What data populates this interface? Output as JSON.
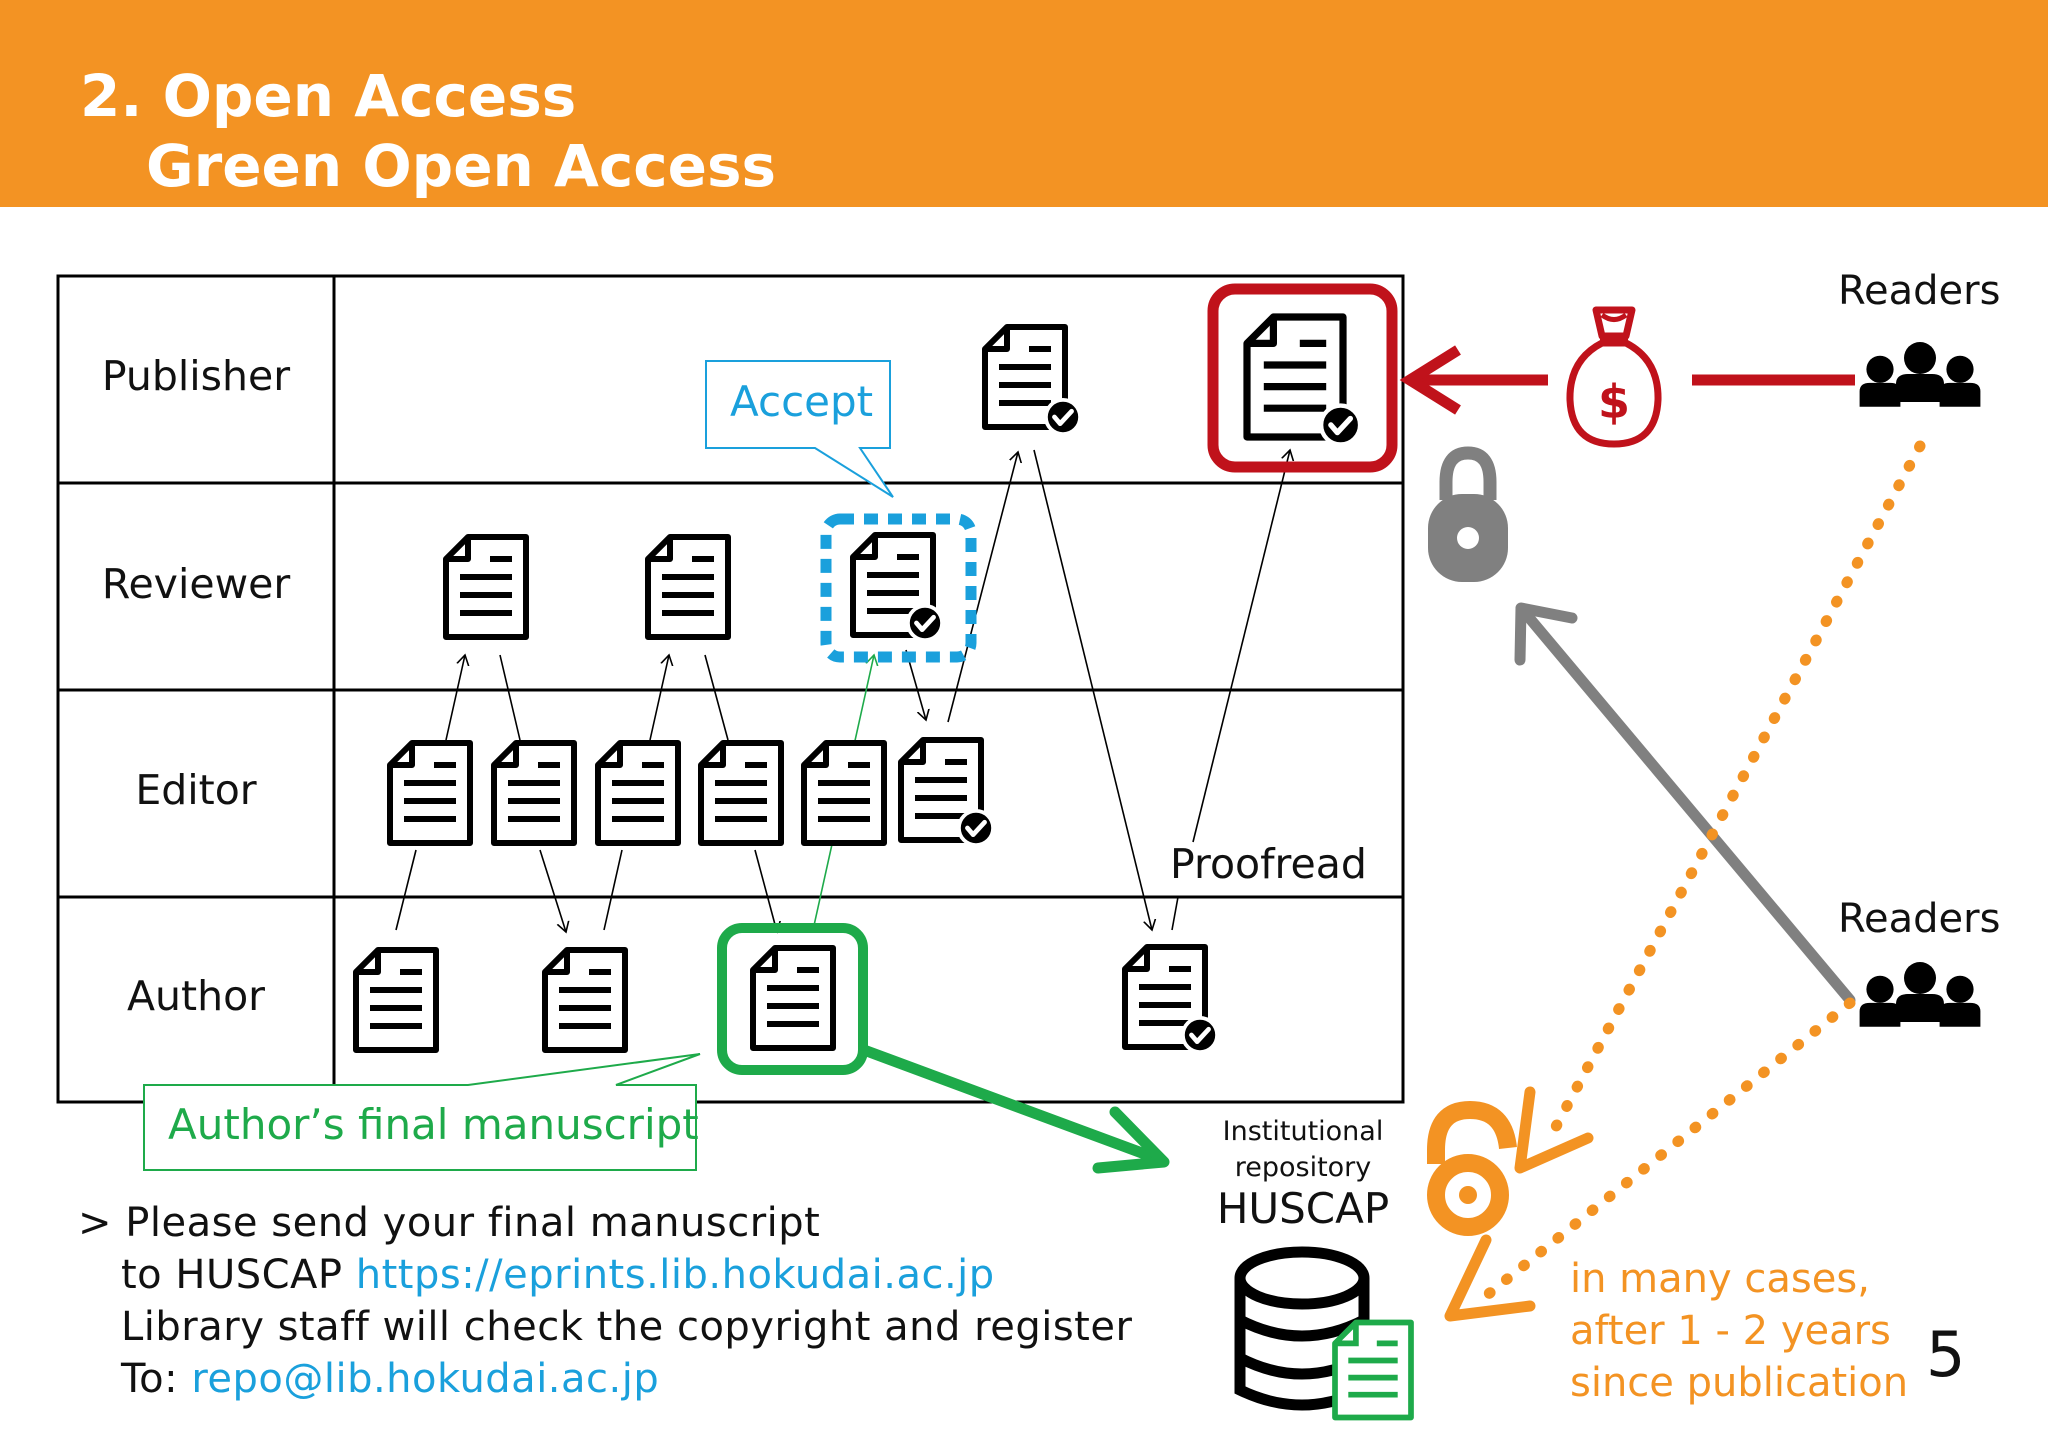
{
  "header": {
    "title_line1": "2. Open Access",
    "title_line2": "Green Open Access",
    "background": "#f39323"
  },
  "lanes": [
    "Publisher",
    "Reviewer",
    "Editor",
    "Author"
  ],
  "callouts": {
    "accept": "Accept",
    "author_final": "Author’s final manuscript",
    "proofread": "Proofread"
  },
  "readers": {
    "top": "Readers",
    "bottom": "Readers"
  },
  "repository": {
    "line1": "Institutional",
    "line2": "repository",
    "name": "HUSCAP"
  },
  "embargo": {
    "line1": "in many cases,",
    "line2": "after 1 - 2 years",
    "line3": "since publication"
  },
  "instructions": {
    "prefix": ">",
    "line1": "Please send your final manuscript",
    "line2_text": "to HUSCAP ",
    "line2_link": "https://eprints.lib.hokudai.ac.jp",
    "line3": "Library staff will check the copyright and register",
    "line4_text": "To: ",
    "line4_link": "repo@lib.hokudai.ac.jp"
  },
  "page_number": "5",
  "icons": [
    "document-icon",
    "document-checked-icon",
    "money-bag-icon",
    "readers-group-icon",
    "lock-icon",
    "open-access-icon",
    "database-icon"
  ],
  "colors": {
    "orange": "#f39323",
    "red": "#c0121b",
    "green": "#1eaa4a",
    "blue": "#1aa0dc",
    "gray": "#808080",
    "link": "#1aa0dc"
  }
}
